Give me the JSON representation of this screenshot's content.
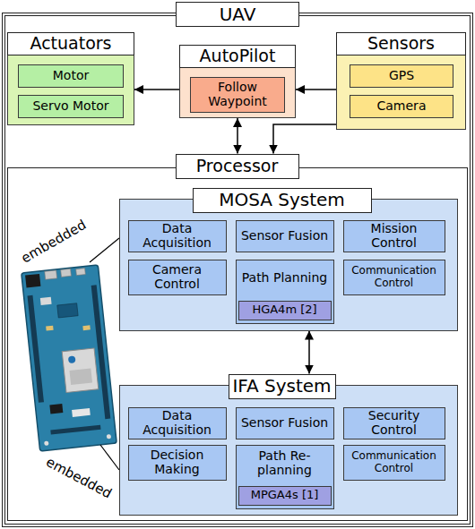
{
  "diagram": {
    "nodes": [
      {
        "text": [
          "UAV"
        ]
      },
      {
        "text": [
          "Actuators"
        ],
        "in": 0
      },
      {
        "text": [
          "Motor"
        ],
        "in": 1
      },
      {
        "text": [
          "Servo Motor"
        ],
        "in": 1
      },
      {
        "text": [
          "AutoPilot"
        ],
        "in": 0
      },
      {
        "text": [
          "Follow Waypoint"
        ],
        "in": 4
      },
      {
        "text": [
          "Sensors"
        ],
        "in": 0
      },
      {
        "text": [
          "GPS"
        ],
        "in": 6
      },
      {
        "text": [
          "Camera"
        ],
        "in": 6
      },
      {
        "text": [
          "Processor"
        ],
        "in": 0
      },
      {
        "text": [
          "MOSA System"
        ],
        "in": 9
      },
      {
        "text": [
          "Data Acquisition"
        ],
        "in": 10
      },
      {
        "text": [
          "Sensor Fusion"
        ],
        "in": 10
      },
      {
        "text": [
          "Mission Control"
        ],
        "in": 10
      },
      {
        "text": [
          "Camera Control"
        ],
        "in": 10
      },
      {
        "text": [
          "Path Planning"
        ],
        "in": 10
      },
      {
        "text": [
          "HGA4m [2]"
        ],
        "in": 15
      },
      {
        "text": [
          "Communication Control"
        ],
        "in": 10
      },
      {
        "text": [
          "IFA System"
        ],
        "in": 9
      },
      {
        "text": [
          "Data Acquisition"
        ],
        "in": 18
      },
      {
        "text": [
          "Sensor Fusion"
        ],
        "in": 18
      },
      {
        "text": [
          "Security Control"
        ],
        "in": 18
      },
      {
        "text": [
          "Decision Making"
        ],
        "in": 18
      },
      {
        "text": [
          "Path Re-planning"
        ],
        "in": 18
      },
      {
        "text": [
          "MPGA4s [1]"
        ],
        "in": 23
      },
      {
        "text": [
          "Communication Control"
        ],
        "in": 18
      }
    ],
    "edges": [
      {
        "from": 4,
        "to": 1,
        "arrow": "to"
      },
      {
        "from": 6,
        "to": 4,
        "arrow": "to"
      },
      {
        "from": 4,
        "to": 9,
        "arrow": "both"
      },
      {
        "from": 6,
        "to": 9,
        "arrow": "to"
      },
      {
        "from": 10,
        "to": 18,
        "arrow": "both"
      }
    ],
    "labels": [
      "embedded",
      "embedded"
    ]
  }
}
